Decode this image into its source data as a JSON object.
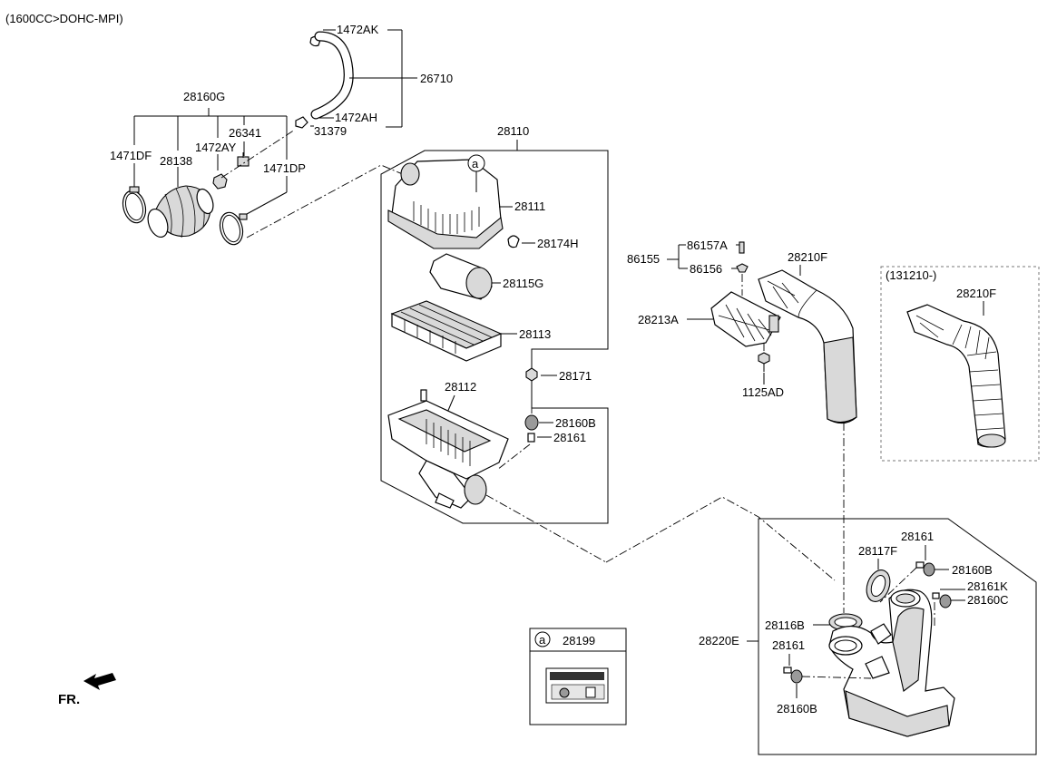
{
  "header": {
    "engine_spec": "(1600CC>DOHC-MPI)"
  },
  "variant_note": "(131210-)",
  "legend": {
    "marker": "a",
    "part_number": "28199"
  },
  "direction": {
    "label": "FR."
  },
  "parts": {
    "p1472AK": "1472AK",
    "p26710": "26710",
    "p1472AH": "1472AH",
    "p31379": "31379",
    "p28160G": "28160G",
    "p26341": "26341",
    "p1472AY": "1472AY",
    "p1471DF": "1471DF",
    "p28138": "28138",
    "p1471DP": "1471DP",
    "p28110": "28110",
    "pA": "a",
    "p28111": "28111",
    "p28174H": "28174H",
    "p28115G": "28115G",
    "p28113": "28113",
    "p28171": "28171",
    "p28112": "28112",
    "p28160B_1": "28160B",
    "p28161_1": "28161",
    "p86157A": "86157A",
    "p86155": "86155",
    "p86156": "86156",
    "p28210F_1": "28210F",
    "p28213A": "28213A",
    "p1125AD": "1125AD",
    "p28210F_2": "28210F",
    "p28161_2": "28161",
    "p28117F": "28117F",
    "p28160B_2": "28160B",
    "p28161K": "28161K",
    "p28160C": "28160C",
    "p28116B": "28116B",
    "p28220E": "28220E",
    "p28161_3": "28161",
    "p28160B_3": "28160B"
  }
}
